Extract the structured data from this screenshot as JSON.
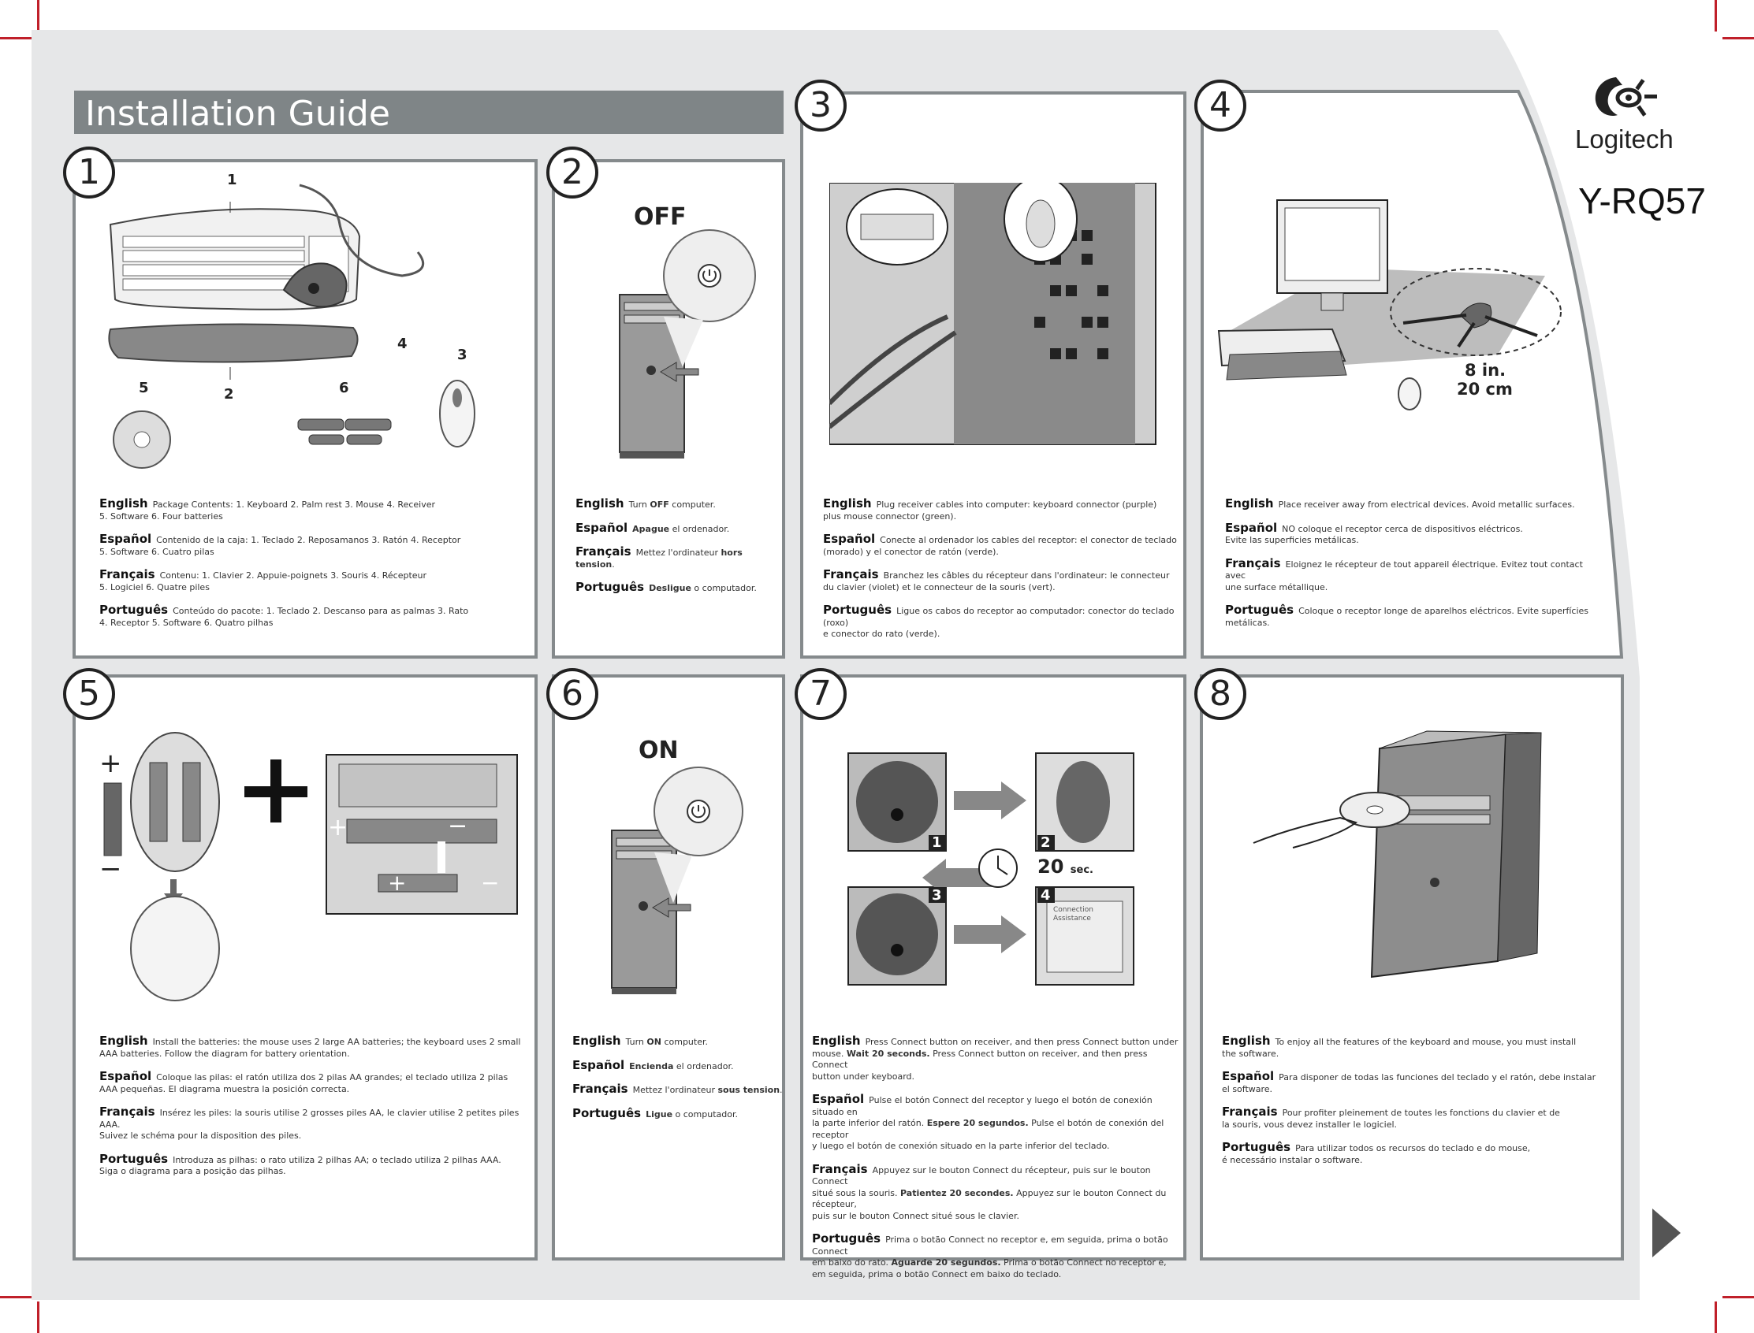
{
  "header": {
    "title": "Installation Guide"
  },
  "brand": {
    "name": "Logitech",
    "model": "Y-RQ57"
  },
  "steps": [
    {
      "num": "1",
      "labels": {
        "n1": "1",
        "n2": "2",
        "n3": "3",
        "n4": "4",
        "n5": "5",
        "n6": "6"
      },
      "texts": [
        {
          "lang": "English",
          "text": "Package Contents: 1. Keyboard  2. Palm rest  3. Mouse  4. Receiver",
          "text2": "5. Software  6. Four batteries"
        },
        {
          "lang": "Español",
          "text": "Contenido de la caja: 1. Teclado  2. Reposamanos  3. Ratón  4. Receptor",
          "text2": "5. Software  6. Cuatro pilas"
        },
        {
          "lang": "Français",
          "text": "Contenu:  1. Clavier  2. Appuie-poignets  3. Souris  4. Récepteur",
          "text2": "5. Logiciel  6. Quatre piles"
        },
        {
          "lang": "Português",
          "text": "Conteúdo do pacote: 1. Teclado  2. Descanso para as palmas  3. Rato",
          "text2": "4. Receptor  5. Software  6. Quatro pilhas"
        }
      ]
    },
    {
      "num": "2",
      "state": "OFF",
      "texts": [
        {
          "lang": "English",
          "pre": "Turn ",
          "bold": "OFF",
          "post": " computer."
        },
        {
          "lang": "Español",
          "pre": "",
          "bold": "Apague",
          "post": " el ordenador."
        },
        {
          "lang": "Français",
          "pre": "Mettez l'ordinateur ",
          "bold": "hors tension",
          "post": "."
        },
        {
          "lang": "Português",
          "pre": "",
          "bold": "Desligue",
          "post": " o computador."
        }
      ]
    },
    {
      "num": "3",
      "texts": [
        {
          "lang": "English",
          "text": "Plug receiver cables into computer: keyboard connector (purple)",
          "text2": "plus mouse connector (green)."
        },
        {
          "lang": "Español",
          "text": "Conecte al ordenador los cables del receptor: el conector de teclado",
          "text2": "(morado) y el conector de ratón (verde)."
        },
        {
          "lang": "Français",
          "text": "Branchez les câbles du récepteur dans l'ordinateur: le connecteur",
          "text2": "du clavier (violet) et le connecteur de la souris (vert)."
        },
        {
          "lang": "Português",
          "text": "Ligue os cabos do receptor ao computador: conector do teclado (roxo)",
          "text2": "e conector do rato (verde)."
        }
      ]
    },
    {
      "num": "4",
      "distance1": "8 in.",
      "distance2": "20 cm",
      "texts": [
        {
          "lang": "English",
          "text": "Place receiver away from electrical devices. Avoid metallic surfaces.",
          "text2": ""
        },
        {
          "lang": "Español",
          "text": "NO coloque el receptor cerca de dispositivos eléctricos.",
          "text2": "Evite las superficies metálicas."
        },
        {
          "lang": "Français",
          "text": "Eloignez le récepteur de tout appareil électrique. Evitez tout contact avec",
          "text2": "une surface métallique."
        },
        {
          "lang": "Português",
          "text": "Coloque o receptor longe de aparelhos eléctricos. Evite superfícies metálicas.",
          "text2": ""
        }
      ]
    },
    {
      "num": "5",
      "texts": [
        {
          "lang": "English",
          "text": "Install the batteries: the mouse uses 2 large AA batteries; the keyboard uses 2 small",
          "text2": "AAA batteries. Follow the diagram for battery orientation."
        },
        {
          "lang": "Español",
          "text": "Coloque las pilas: el ratón utiliza dos 2 pilas AA grandes; el teclado utiliza 2 pilas",
          "text2": "AAA pequeñas. El diagrama muestra la posición correcta."
        },
        {
          "lang": "Français",
          "text": "Insérez les piles: la souris utilise 2 grosses piles AA, le clavier utilise 2 petites piles AAA.",
          "text2": "Suivez le schéma pour la disposition des piles."
        },
        {
          "lang": "Português",
          "text": "Introduza as pilhas: o rato utiliza 2 pilhas AA; o teclado utiliza 2 pilhas AAA.",
          "text2": "Siga o diagrama para a posição das pilhas."
        }
      ]
    },
    {
      "num": "6",
      "state": "ON",
      "texts": [
        {
          "lang": "English",
          "pre": "Turn ",
          "bold": "ON",
          "post": " computer."
        },
        {
          "lang": "Español",
          "pre": "",
          "bold": "Encienda",
          "post": " el ordenador."
        },
        {
          "lang": "Français",
          "pre": "Mettez l'ordinateur ",
          "bold": "sous tension",
          "post": "."
        },
        {
          "lang": "Português",
          "pre": "",
          "bold": "Ligue",
          "post": " o computador."
        }
      ]
    },
    {
      "num": "7",
      "timer": "20",
      "timer_unit": "sec.",
      "sub": [
        "1",
        "2",
        "3",
        "4"
      ],
      "screen_text": "Connection Assistance",
      "texts": [
        {
          "lang": "English",
          "l1a": "Press Connect button on receiver, and then press Connect button under",
          "l2a": "mouse. ",
          "l2b": "Wait 20 seconds.",
          "l2c": " Press Connect button on receiver, and then press Connect",
          "l3": "button under keyboard."
        },
        {
          "lang": "Español",
          "l1a": "Pulse el botón Connect del receptor y luego el botón de conexión situado en",
          "l2a": "la parte inferior del ratón. ",
          "l2b": "Espere 20 segundos.",
          "l2c": " Pulse el botón de conexión del receptor",
          "l3": "y luego el botón de conexión situado en la parte inferior del teclado."
        },
        {
          "lang": "Français",
          "l1a": "Appuyez sur le bouton Connect du récepteur, puis sur le bouton Connect",
          "l2a": "situé sous la souris. ",
          "l2b": "Patientez 20 secondes.",
          "l2c": " Appuyez sur le bouton Connect du récepteur,",
          "l3": "puis sur le bouton Connect situé sous le clavier."
        },
        {
          "lang": "Português",
          "l1a": "Prima o botão Connect no receptor e, em seguida, prima o botão Connect",
          "l2a": "em baixo do rato. ",
          "l2b": "Aguarde 20 segundos.",
          "l2c": " Prima o botão Connect no receptor e,",
          "l3": "em seguida, prima o botão Connect em baixo do teclado."
        }
      ]
    },
    {
      "num": "8",
      "texts": [
        {
          "lang": "English",
          "text": "To enjoy all the features of the  keyboard and mouse, you must install",
          "text2": "the software."
        },
        {
          "lang": "Español",
          "text": "Para disponer de todas las funciones del teclado y el ratón, debe instalar",
          "text2": "el software."
        },
        {
          "lang": "Français",
          "text": "Pour profiter pleinement de toutes les fonctions du clavier et de",
          "text2": "la souris, vous devez installer le logiciel."
        },
        {
          "lang": "Português",
          "text": "Para utilizar todos os recursos do teclado e do mouse,",
          "text2": "é necessário instalar o software."
        }
      ]
    }
  ],
  "colors": {
    "panel_border": "#858a8c",
    "title_bar": "#7f8587",
    "background": "#e6e7e8",
    "crop_marks": "#c0202a"
  },
  "icons": {
    "next": "next-page-arrow-icon",
    "power": "power-icon",
    "clock": "clock-icon"
  }
}
